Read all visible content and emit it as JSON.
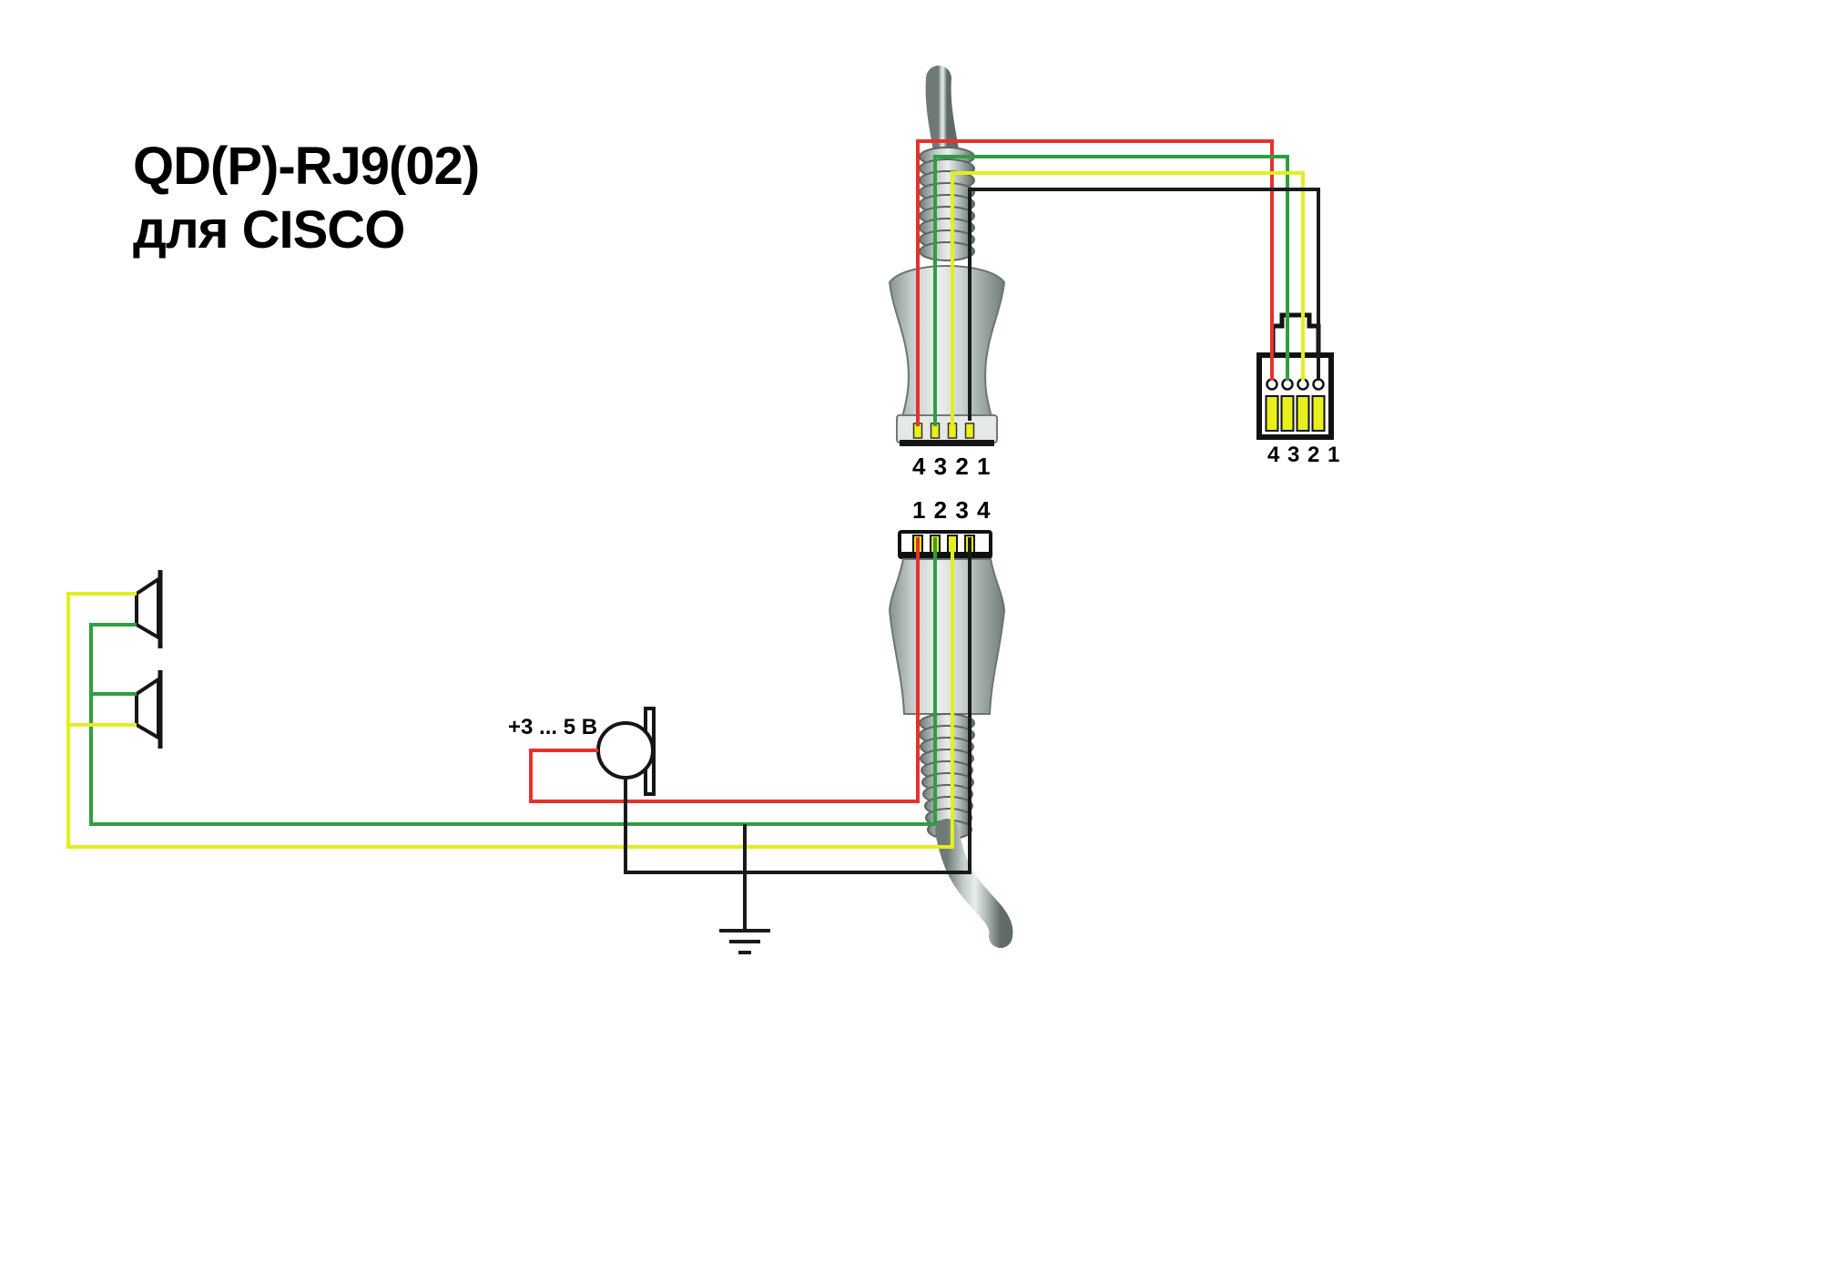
{
  "title": {
    "line1": "QD(P)-RJ9(02)",
    "line2": "для CISCO"
  },
  "connectors": {
    "qd_top": {
      "pin_label": "4 3 2 1"
    },
    "qd_bottom": {
      "pin_label": "1 2 3 4"
    },
    "rj9": {
      "pin_label": "4 3 2 1"
    }
  },
  "microphone": {
    "voltage_label": "+3 ... 5 В"
  },
  "colors": {
    "wire_red": "#e8312a",
    "wire_green": "#2f9e3f",
    "wire_yellow": "#e3ef1d",
    "wire_black": "#1a1a1a",
    "pin_yellow": "#e8ef1a",
    "outline": "#161616",
    "background": "#ffffff",
    "text": "#000000"
  }
}
